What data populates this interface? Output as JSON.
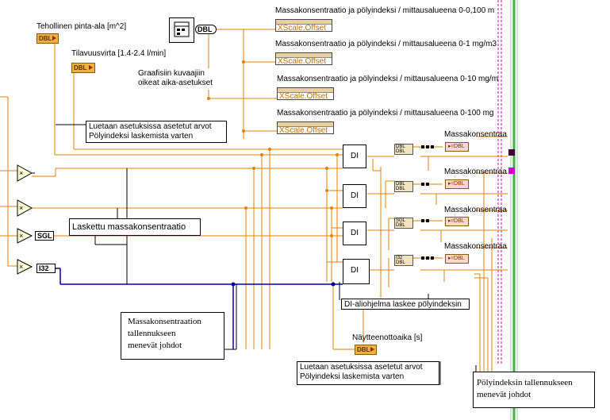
{
  "controls": {
    "area_label": "Tehollinen pinta-ala [m^2]",
    "area_type": "DBL",
    "flow_label": "Tilavuusvirta [1.4-2.4 l/min]",
    "flow_type": "DBL",
    "sample_label": "Näytteenottoaika [s]",
    "sample_type": "DBL"
  },
  "clock": {
    "output_type": "DBL"
  },
  "property_nodes": [
    {
      "title": "Massakonsentraatio ja pölyindeksi / mittausalueena 0-0,100 m",
      "prop": "XScale.Offset"
    },
    {
      "title": "Massakonsentraatio ja pölyindeksi / mittausalueena 0-1 mg/m3",
      "prop": "XScale.Offset"
    },
    {
      "title": "Massakonsentraatio ja pölyindeksi / mittausalueena 0-10 mg/m",
      "prop": "XScale.Offset"
    },
    {
      "title": "Massakonsentraatio ja pölyindeksi / mittausalueena 0-100 mg",
      "prop": "XScale.Offset"
    }
  ],
  "comments": {
    "graph_time": "Graafisiin kuvaajiin\noikeat aika-asetukset",
    "read_settings_top": "Luetaan asetuksissa asetetut arvot\nPölyindeksi laskemista varten",
    "computed_mass": "Laskettu massakonsentraatio",
    "mass_wires": "Massakonsentraation\ntallennukseen\nmenevät johdot",
    "di_sub": "DI-aliohjelma laskee pölyindeksin",
    "read_settings_bottom": "Luetaan asetuksissa asetetut arvot\nPölyindeksi laskemista varten",
    "dust_wires": "Pölyindeksin tallennukseen\nmenevät johdot"
  },
  "di_blocks": [
    "DI",
    "DI",
    "DI",
    "DI"
  ],
  "indicators": [
    "Massakonsentraa",
    "Massakonsentraa",
    "Massakonsentraa",
    "Massakonsentraa"
  ],
  "indicator_type": "DBL",
  "terminals": {
    "sgl": "SGL",
    "i32": "I32"
  },
  "colors": {
    "orange_wire": "#e08000",
    "blue_wire": "#0000a0",
    "green_wire": "#40a040",
    "pink_wire": "#cc00aa"
  }
}
